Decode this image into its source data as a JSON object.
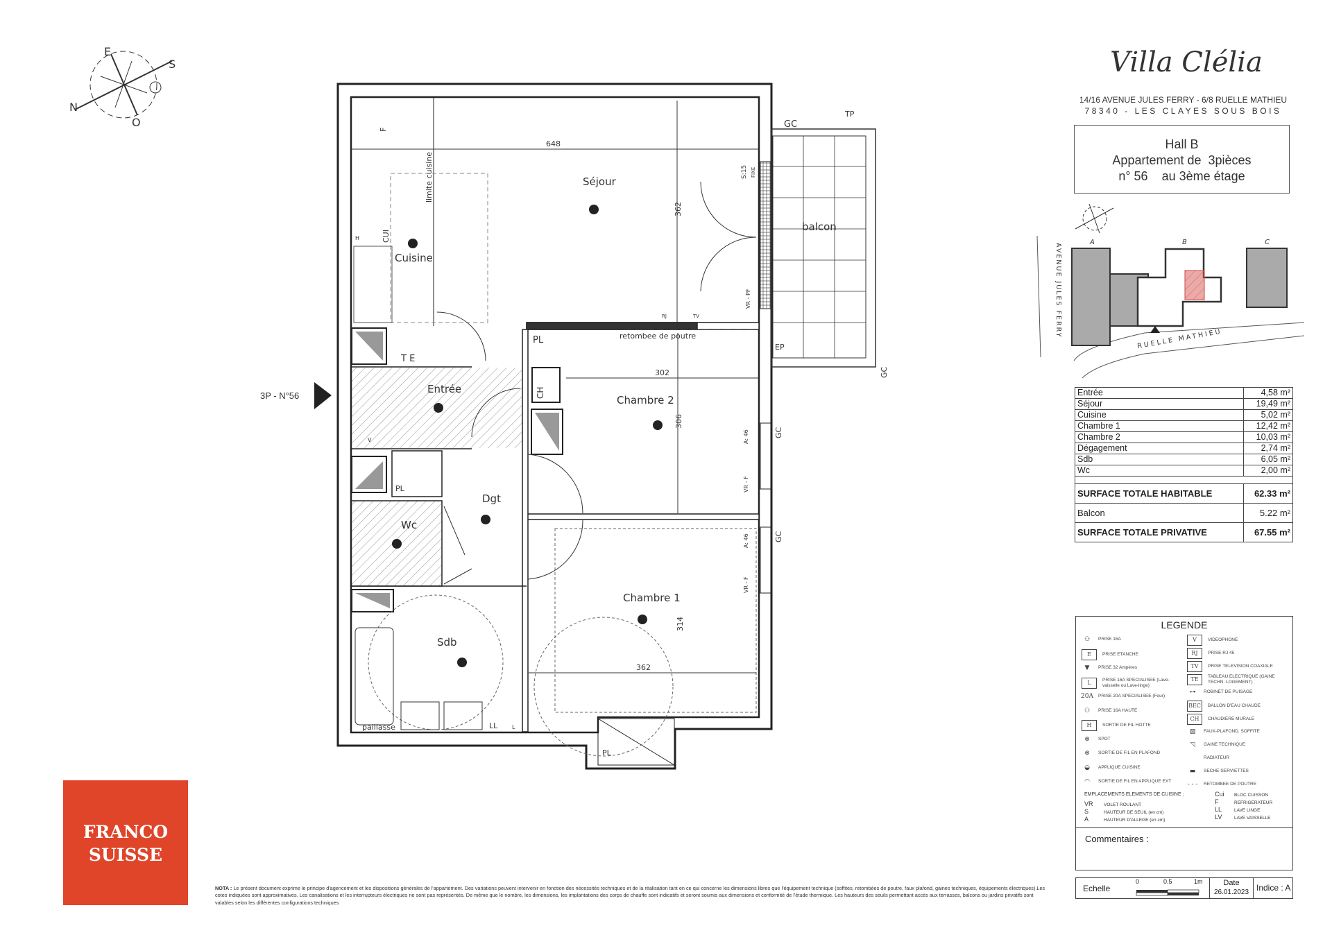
{
  "project": {
    "name": "Villa Clélia",
    "address_line1": "14/16 AVENUE JULES FERRY  - 6/8 RUELLE MATHIEU",
    "address_line2": "78340 - LES CLAYES SOUS BOIS"
  },
  "apartment": {
    "hall": "Hall B",
    "type": "Appartement de  3pièces",
    "number_floor": "n° 56    au 3ème étage",
    "tag": "3P - N°56"
  },
  "compass": {
    "n": "N",
    "e": "E",
    "s": "S",
    "o": "O"
  },
  "site_plan": {
    "buildings": [
      "A",
      "B",
      "C"
    ],
    "street1": "AVENUE JULES FERRY",
    "street2": "RUELLE MATHIEU",
    "highlight_color": "#d9534f"
  },
  "plan": {
    "rooms": {
      "sejour": "Séjour",
      "cuisine": "Cuisine",
      "balcon": "balcon",
      "entree": "Entrée",
      "chambre2": "Chambre 2",
      "dgt": "Dgt",
      "wc": "Wc",
      "sdb": "Sdb",
      "chambre1": "Chambre 1"
    },
    "dimensions": {
      "sejour_w": "648",
      "sejour_h": "362",
      "ch2_w": "302",
      "ch2_h": "306",
      "ch1_w": "362",
      "ch1_h": "314"
    },
    "annotations": {
      "limite_cuisine": "limite cuisine",
      "retombee": "retombee de poutre",
      "gc": "GC",
      "tp": "TP",
      "ep": "EP",
      "pl": "PL",
      "te": "T E",
      "paillasse": "paillasse",
      "s15": "S:15",
      "fixe": "FIXE",
      "vr_pf": "VR - PF",
      "a46": "A: 46",
      "vr_f": "VR - F",
      "cui": "CUI",
      "f": "F",
      "ll": "LL",
      "ch": "CH",
      "rj": "RJ",
      "tv": "TV",
      "v": "V",
      "h": "H",
      "l": "L"
    }
  },
  "surfaces": {
    "rows": [
      {
        "label": "Entrée",
        "value": "4,58 m²"
      },
      {
        "label": "Séjour",
        "value": "19,49 m²"
      },
      {
        "label": "Cuisine",
        "value": "5,02 m²"
      },
      {
        "label": "Chambre 1",
        "value": "12,42 m²"
      },
      {
        "label": "Chambre 2",
        "value": "10,03 m²"
      },
      {
        "label": "Dégagement",
        "value": "2,74 m²"
      },
      {
        "label": "Sdb",
        "value": "6,05 m²"
      },
      {
        "label": "Wc",
        "value": "2,00 m²"
      }
    ],
    "total_habitable_label": "SURFACE TOTALE HABITABLE",
    "total_habitable": "62.33 m²",
    "balcon_label": "Balcon",
    "balcon": "5.22 m²",
    "total_privative_label": "SURFACE TOTALE PRIVATIVE",
    "total_privative": "67.55 m²"
  },
  "legend": {
    "title": "LEGENDE",
    "left": [
      {
        "icon": "outlet-icon",
        "glyph": "⚇",
        "label": "PRISE 16A"
      },
      {
        "icon": "waterproof-outlet-icon",
        "glyph": "E",
        "label": "PRISE ETANCHE"
      },
      {
        "icon": "outlet-32a-icon",
        "glyph": "▼",
        "label": "PRISE 32 Ampères"
      },
      {
        "icon": "dedicated-outlet-icon",
        "glyph": "L",
        "label": "PRISE 16A SPECIALISEE (Lave-vaisselle ou Lave-linge)"
      },
      {
        "icon": "oven-outlet-icon",
        "glyph": "20A",
        "label": "PRISE 20A SPECIALISEE (Four)"
      },
      {
        "icon": "high-outlet-icon",
        "glyph": "⚇",
        "label": "PRISE 16A  HAUTE"
      },
      {
        "icon": "hood-wire-icon",
        "glyph": "H",
        "label": "SORTIE DE FIL HOTTE"
      },
      {
        "icon": "spot-icon",
        "glyph": "⊗",
        "label": "SPOT"
      },
      {
        "icon": "ceiling-wire-icon",
        "glyph": "⊗",
        "label": "SORTIE DE FIL EN PLAFOND"
      },
      {
        "icon": "kitchen-wall-light-icon",
        "glyph": "◒",
        "label": "APPLIQUE CUISINE"
      },
      {
        "icon": "exterior-wall-light-icon",
        "glyph": "◠",
        "label": "SORTIE DE FIL EN APPLIQUE EXT"
      }
    ],
    "right": [
      {
        "icon": "videophone-icon",
        "glyph": "V",
        "label": "VIDEOPHONE"
      },
      {
        "icon": "rj45-icon",
        "glyph": "RJ",
        "label": "PRISE RJ 45"
      },
      {
        "icon": "tv-icon",
        "glyph": "TV",
        "label": "PRISE TELEVISION COAXIALE"
      },
      {
        "icon": "electrical-panel-icon",
        "glyph": "TE",
        "label": "TABLEAU ELECTRIQUE (GAINE TECHN. LOGEMENT)"
      },
      {
        "icon": "tap-icon",
        "glyph": "⊶",
        "label": "ROBINET DE PUISAGE"
      },
      {
        "icon": "water-heater-icon",
        "glyph": "BEC",
        "label": "BALLON D'EAU CHAUDE"
      },
      {
        "icon": "boiler-icon",
        "glyph": "CH",
        "label": "CHAUDIERE MURALE"
      },
      {
        "icon": "false-ceiling-icon",
        "glyph": "▨",
        "label": "FAUX-PLAFOND, SOFFITE"
      },
      {
        "icon": "technical-duct-icon",
        "glyph": "◹",
        "label": "GAINE TECHNIQUE"
      },
      {
        "icon": "radiator-icon",
        "glyph": "",
        "label": "RADIATEUR"
      },
      {
        "icon": "towel-dryer-icon",
        "glyph": "▬",
        "label": "SECHE-SERVIETTES"
      },
      {
        "icon": "beam-icon",
        "glyph": "- - -",
        "label": "RETOMBEE DE POUTRE"
      }
    ],
    "kitchen_title": "EMPLACEMENTS ELEMENTS DE CUISINE :",
    "kitchen_left": [
      {
        "code": "VR",
        "label": "VOLET ROULANT"
      },
      {
        "code": "S",
        "label": "HAUTEUR DE SEUIL (en cm)"
      },
      {
        "code": "A",
        "label": "HAUTEUR D'ALLEGE (en cm)"
      }
    ],
    "kitchen_right": [
      {
        "code": "Cui",
        "label": "BLOC CUISSON"
      },
      {
        "code": "F",
        "label": "REFRIGERATEUR"
      },
      {
        "code": "LL",
        "label": "LAVE LINGE"
      },
      {
        "code": "LV",
        "label": "LAVE VAISSELLE"
      }
    ]
  },
  "comments_label": "Commentaires :",
  "footer": {
    "scale_label": "Echelle",
    "scale_ticks": [
      "0",
      "0.5",
      "1m"
    ],
    "date_label": "Date",
    "date": "26.01.2023",
    "index": "Indice : A"
  },
  "nota": {
    "label": "NOTA :",
    "text": "Le présent document exprime le principe d'agencement et les dispositions générales de l'appartement. Des variations peuvent intervenir en fonction des nécessités techniques et de la réalisation tant en ce qui concerne les dimensions libres que l'équipement technique (soffites, retombées de poutre, faux plafond, gaines techniques, équipements électriques).Les cotes indiquées sont approximatives. Les canalisations et les interrupteurs électriques ne sont pas représentés. De même que le nombre, les dimensions, les implantations des corps de chauffe sont indicatifs et seront soumis aux dimensions et conformité de l'étude thermique. Les hauteurs des seuils permettant accès aux terrasses, balcons ou jardins privatifs sont valables selon les différentes configurations techniques"
  },
  "logo": {
    "line1": "FRANCO",
    "line2": "SUISSE",
    "color": "#e0452a"
  }
}
